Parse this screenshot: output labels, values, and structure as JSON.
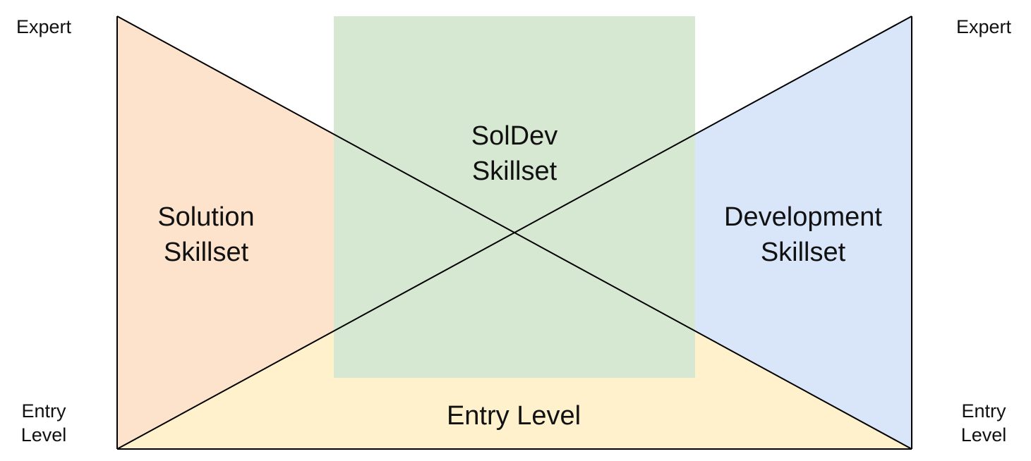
{
  "colors": {
    "solution_fill": "#fde3cc",
    "development_fill": "#d9e6f9",
    "entry_fill": "#fff1cc",
    "soldev_fill": "#d6e8d1",
    "line": "#000000"
  },
  "axis_labels": {
    "left_top": "Expert",
    "left_bottom_line1": "Entry",
    "left_bottom_line2": "Level",
    "right_top": "Expert",
    "right_bottom_line1": "Entry",
    "right_bottom_line2": "Level"
  },
  "regions": {
    "solution": {
      "line1": "Solution",
      "line2": "Skillset"
    },
    "soldev": {
      "line1": "SolDev",
      "line2": "Skillset"
    },
    "development": {
      "line1": "Development",
      "line2": "Skillset"
    },
    "entry": {
      "line1": "Entry Level"
    }
  }
}
